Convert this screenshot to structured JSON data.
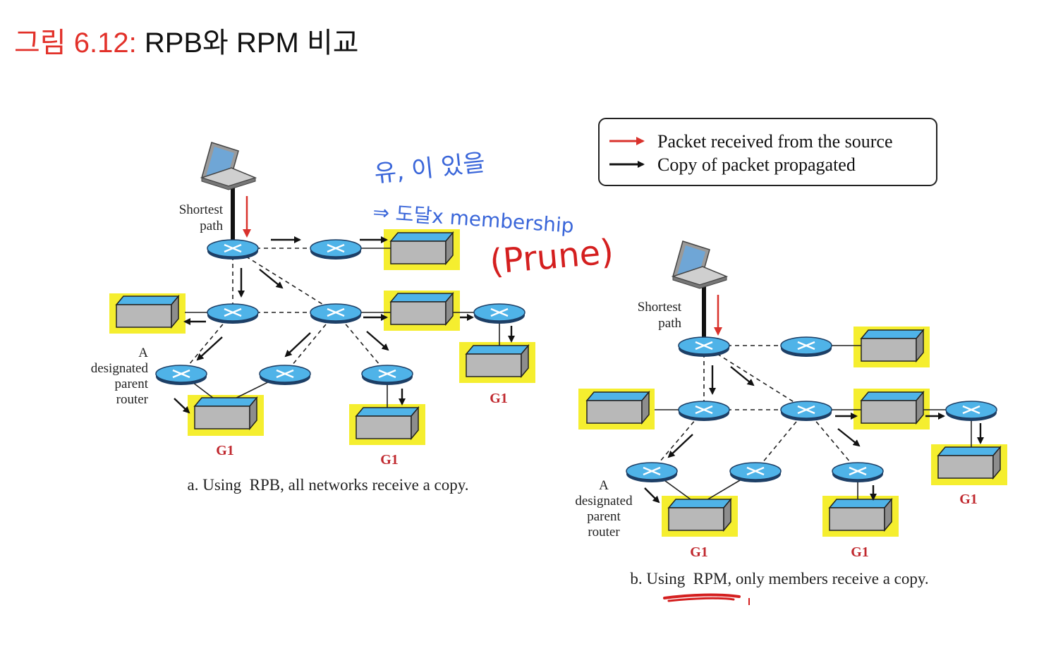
{
  "title": {
    "prefix": "그림 6.12:",
    "text": "RPB와 RPM 비교"
  },
  "legend": {
    "red_entry": "Packet received from the source",
    "black_entry": "Copy of packet propagated",
    "red_color": "#d9322c",
    "black_color": "#111111"
  },
  "panel_a": {
    "shortest_path": [
      "Shortest",
      "path"
    ],
    "designated_parent": [
      "A",
      "designated",
      "parent",
      "router"
    ],
    "group_labels": [
      "G1",
      "G1",
      "G1"
    ],
    "caption": "a. Using  RPB, all networks receive a copy."
  },
  "panel_b": {
    "shortest_path": [
      "Shortest",
      "path"
    ],
    "designated_parent": [
      "A",
      "designated",
      "parent",
      "router"
    ],
    "group_labels": [
      "G1",
      "G1",
      "G1"
    ],
    "caption": "b. Using  RPM, only members receive a copy."
  },
  "annotations": {
    "handwritten_line1": "유, 이 있을",
    "handwritten_line2": "⇒ 도달x membership",
    "handwritten_line3": "(Prune)"
  },
  "colors": {
    "highlight": "#f5ee2f",
    "router": "#4fb3e8",
    "network": "#4fb3e8",
    "network_body": "#b8b8b8"
  }
}
